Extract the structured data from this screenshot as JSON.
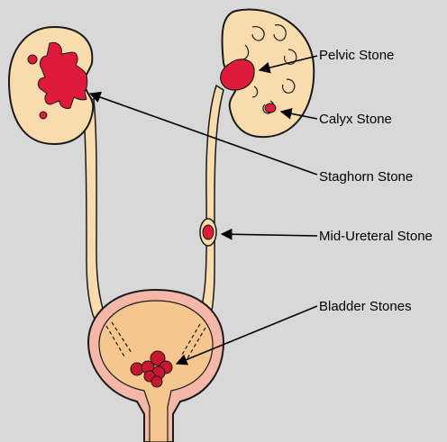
{
  "labels": {
    "pelvic": "Pelvic Stone",
    "calyx": "Calyx Stone",
    "staghorn": "Staghorn Stone",
    "mid_ureteral": "Mid-Ureteral Stone",
    "bladder": "Bladder Stones"
  },
  "colors": {
    "background": "#d8d8d8",
    "tissue": "#f8dcae",
    "stone": "#e01a3a",
    "bladder_wall": "#f4b7a8",
    "bladder_inner": "#f6c68f",
    "outline": "#1a1a1a"
  }
}
